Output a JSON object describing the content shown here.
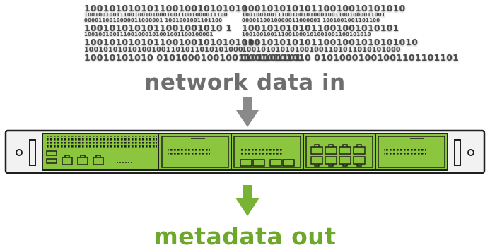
{
  "diagram": {
    "input_label": "network data in",
    "output_label": "metadata out",
    "colors": {
      "input_arrow": "#8a8a8a",
      "output_arrow": "#78b333",
      "device_face": "#8cc63e",
      "chassis": "#f2f2f2",
      "outline": "#1f1f1f"
    },
    "binary_stream_left": [
      "10010101010110010010101010",
      "1001001001110010010100010011001000011100",
      "0000110010000011000001 1001001001101100",
      "1001010101011001001010 1",
      "100100100111001000101001001100100001",
      "1001010101011001001010101010",
      "100101010101001001101011010101000",
      "10010101010  01010001001001101101101"
    ],
    "binary_stream_right": [
      "10010101010110010010101010",
      "1001001001110010010100010011001000011001",
      "0000110010000011000001 1001001001101100",
      "1001010101011001001010101",
      "100100100111001000101001001100101010",
      "1001010101011001001010101010",
      "100101010101001001101011010101000",
      "10010101010  01010001001001101101101"
    ]
  }
}
